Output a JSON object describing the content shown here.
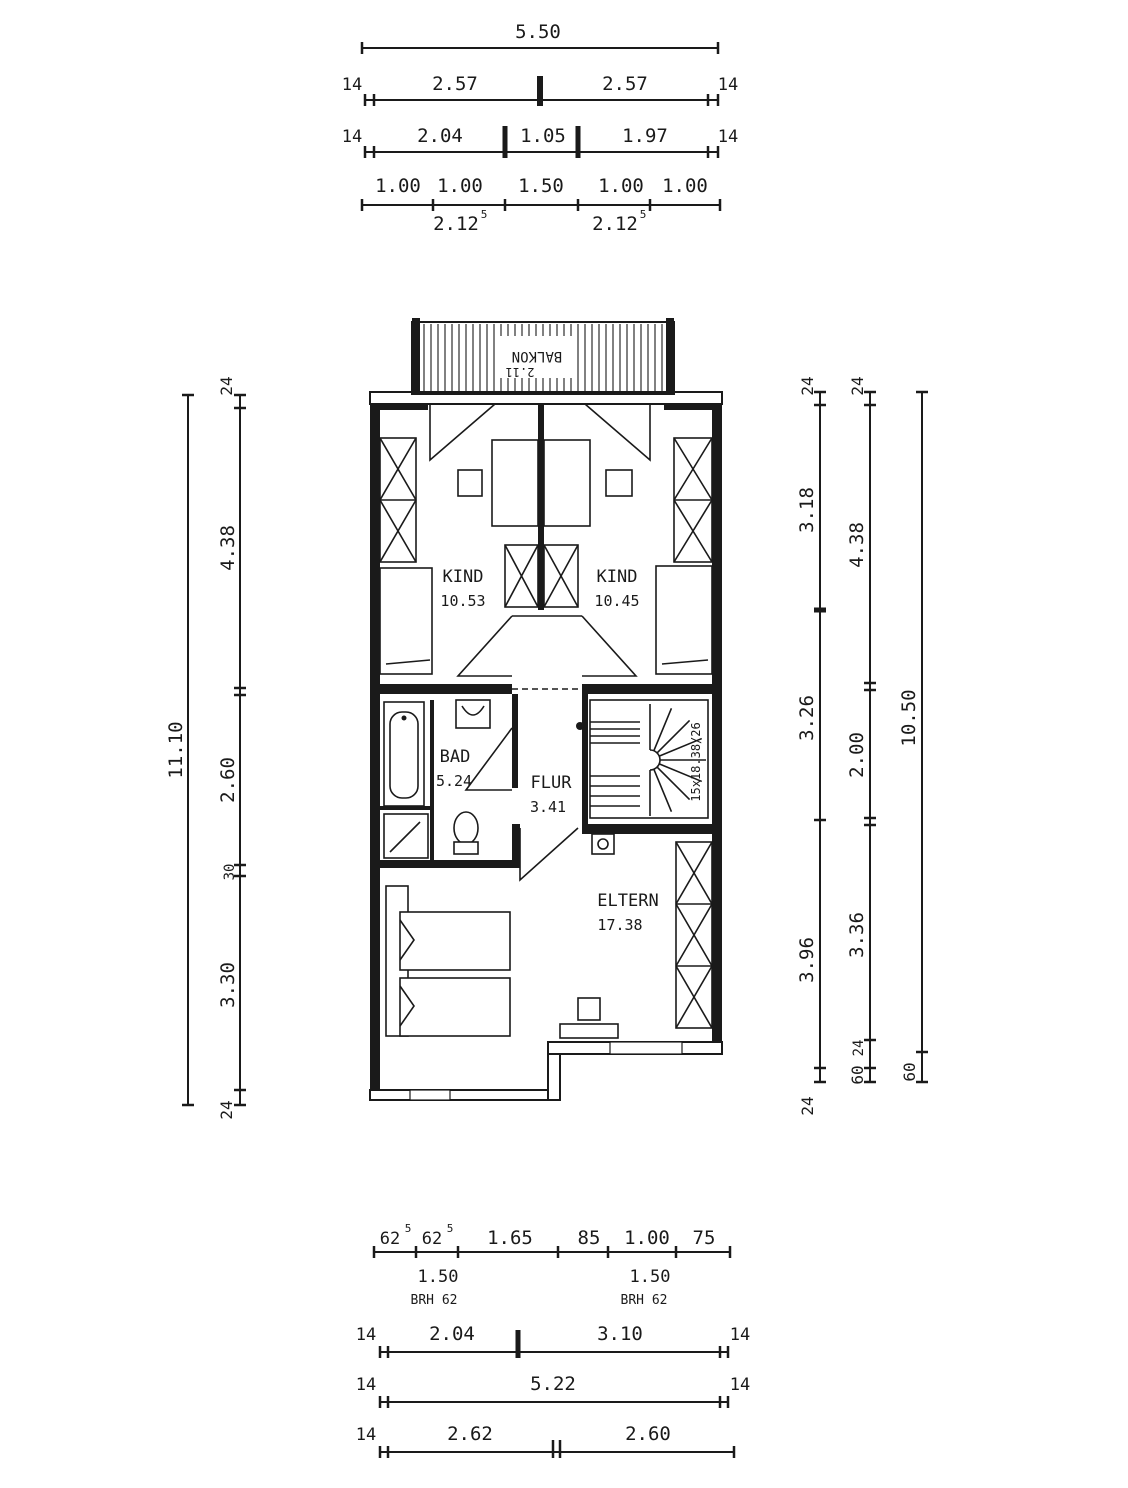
{
  "top_dims": {
    "overall": "5.50",
    "row2": [
      "14",
      "2.57",
      "2.57",
      "14"
    ],
    "row3": [
      "14",
      "2.04",
      "1.05",
      "1.97",
      "14"
    ],
    "row4": [
      "1.00",
      "1.00",
      "1.50",
      "1.00",
      "1.00"
    ],
    "row4_sub": [
      "2.12",
      "2.12"
    ],
    "row4_sup": "5"
  },
  "bottom_dims": {
    "row1": [
      "62",
      "62",
      "1.65",
      "85",
      "1.00",
      "75"
    ],
    "row1_sup": "5",
    "row2": [
      "1.50",
      "1.50"
    ],
    "row2_brh": [
      "BRH 62",
      "BRH 62"
    ],
    "row3": [
      "14",
      "2.04",
      "3.10",
      "14"
    ],
    "row4": [
      "14",
      "5.22",
      "14"
    ],
    "row5": [
      "14",
      "2.62",
      "2.60"
    ]
  },
  "left_dims": {
    "overall": "11.10",
    "segments": [
      "24",
      "4.38",
      "2.60",
      "30",
      "3.30",
      "24"
    ]
  },
  "right_dims": {
    "col1": [
      "24",
      "3.18",
      "3.26",
      "3.96",
      "24"
    ],
    "col2": [
      "24",
      "4.38",
      "2.00",
      "3.36",
      "60",
      "24"
    ],
    "col3": [
      "10.50",
      "60"
    ]
  },
  "rooms": {
    "balkon": {
      "name": "BALKON",
      "area": "2.11"
    },
    "kind_left": {
      "name": "KIND",
      "area": "10.53"
    },
    "kind_right": {
      "name": "KIND",
      "area": "10.45"
    },
    "bad": {
      "name": "BAD",
      "area": "5.24"
    },
    "flur": {
      "name": "FLUR",
      "area": "3.41"
    },
    "eltern": {
      "name": "ELTERN",
      "area": "17.38"
    }
  },
  "stair_label": "15x18.38/26"
}
